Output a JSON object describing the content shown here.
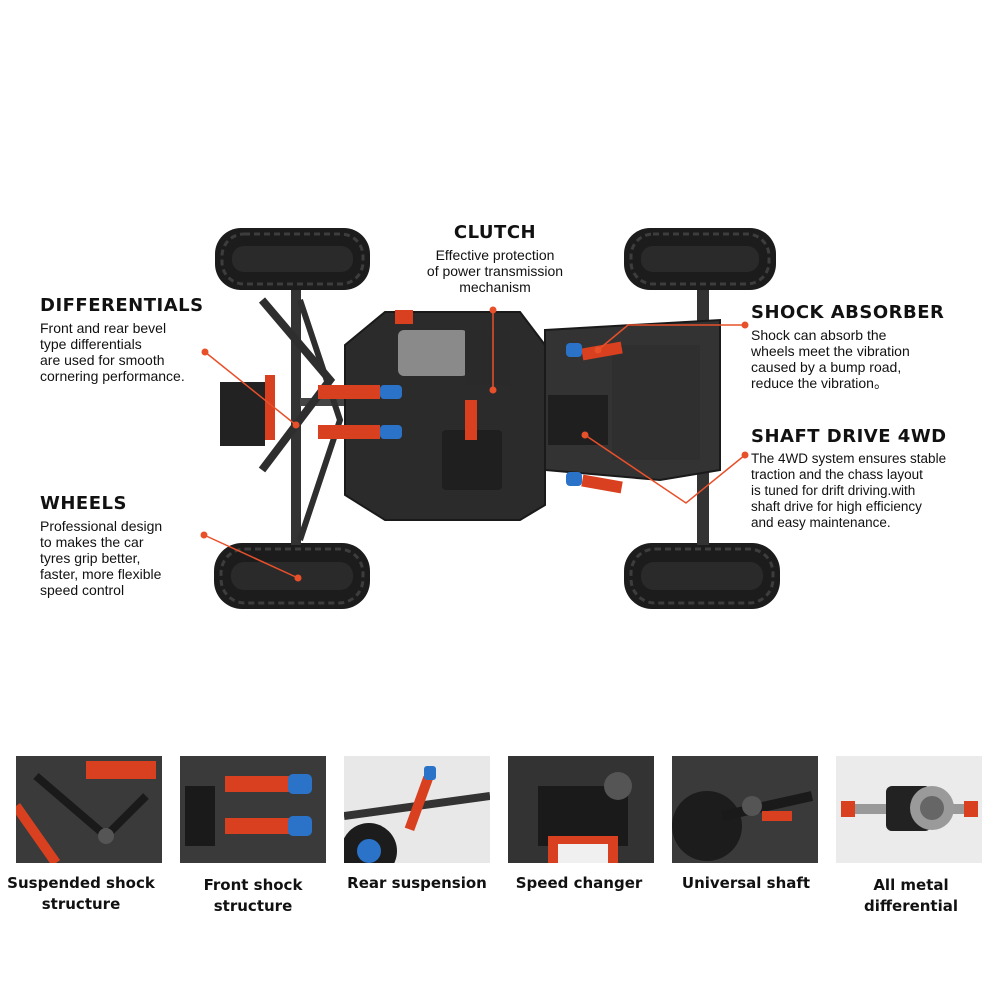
{
  "callouts": {
    "clutch": {
      "title": "CLUTCH",
      "text": "Effective protection\nof power transmission\nmechanism"
    },
    "differentials": {
      "title": "DIFFERENTIALS",
      "text": "Front and rear bevel\ntype differentials\nare used for smooth\ncornering performance."
    },
    "wheels": {
      "title": "WHEELS",
      "text": "Professional design\nto makes the car\ntyres grip better,\nfaster,   more flexible\nspeed control"
    },
    "shock_absorber": {
      "title": "SHOCK ABSORBER",
      "text": "Shock can absorb the\nwheels meet the vibration\ncaused by a bump road,\nreduce the vibration。"
    },
    "shaft_drive": {
      "title": "SHAFT DRIVE 4WD",
      "text": "The 4WD system ensures stable\ntraction and the chass layout\nis tuned for drift driving.with\nshaft drive for high efficiency\nand easy maintenance."
    }
  },
  "features": [
    {
      "label": "Suspended shock\nstructure"
    },
    {
      "label": "Front shock\nstructure"
    },
    {
      "label": "Rear suspension"
    },
    {
      "label": "Speed changer"
    },
    {
      "label": "Universal shaft"
    },
    {
      "label": "All metal\ndifferential"
    }
  ],
  "colors": {
    "accent": "#e8502a",
    "chassis": "#2b2b2b",
    "tire": "#1c1c1c",
    "shock_blue": "#2a73c8",
    "spring_red": "#d9401f"
  }
}
